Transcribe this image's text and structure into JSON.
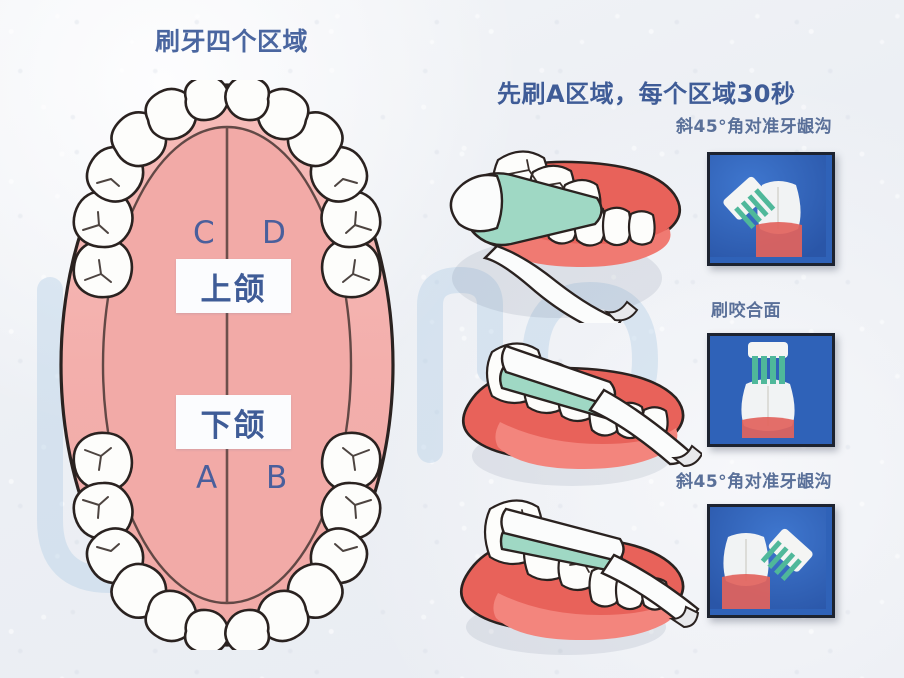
{
  "titles": {
    "left": "刷牙四个区域",
    "right": "先刷A区域，每个区域30秒"
  },
  "jaw_diagram": {
    "upper_label": "上颌",
    "lower_label": "下颌",
    "zones": [
      {
        "id": "C",
        "label": "C",
        "jaw": "upper",
        "side": "left"
      },
      {
        "id": "D",
        "label": "D",
        "jaw": "upper",
        "side": "right"
      },
      {
        "id": "A",
        "label": "A",
        "jaw": "lower",
        "side": "left"
      },
      {
        "id": "B",
        "label": "B",
        "jaw": "lower",
        "side": "right"
      }
    ]
  },
  "steps": [
    {
      "index": 1,
      "label": "斜45°角对准牙龈沟",
      "inset": "brush-angled-at-gumline-left"
    },
    {
      "index": 2,
      "label": "刷咬合面",
      "inset": "brush-on-occlusal-surface"
    },
    {
      "index": 3,
      "label": "斜45°角对准牙龈沟",
      "inset": "brush-angled-at-gumline-right"
    }
  ],
  "colors": {
    "text_blue": "#45618f",
    "title_blue": "#4a66a0",
    "gum_pink": "#f4b0ae",
    "gum_red": "#e8625a",
    "tooth_white": "#fdfdfb",
    "bristle_green": "#9fd8c4",
    "inset_blue": "#2f62b8",
    "background": "#eef0f4",
    "outline": "#2a2220"
  }
}
